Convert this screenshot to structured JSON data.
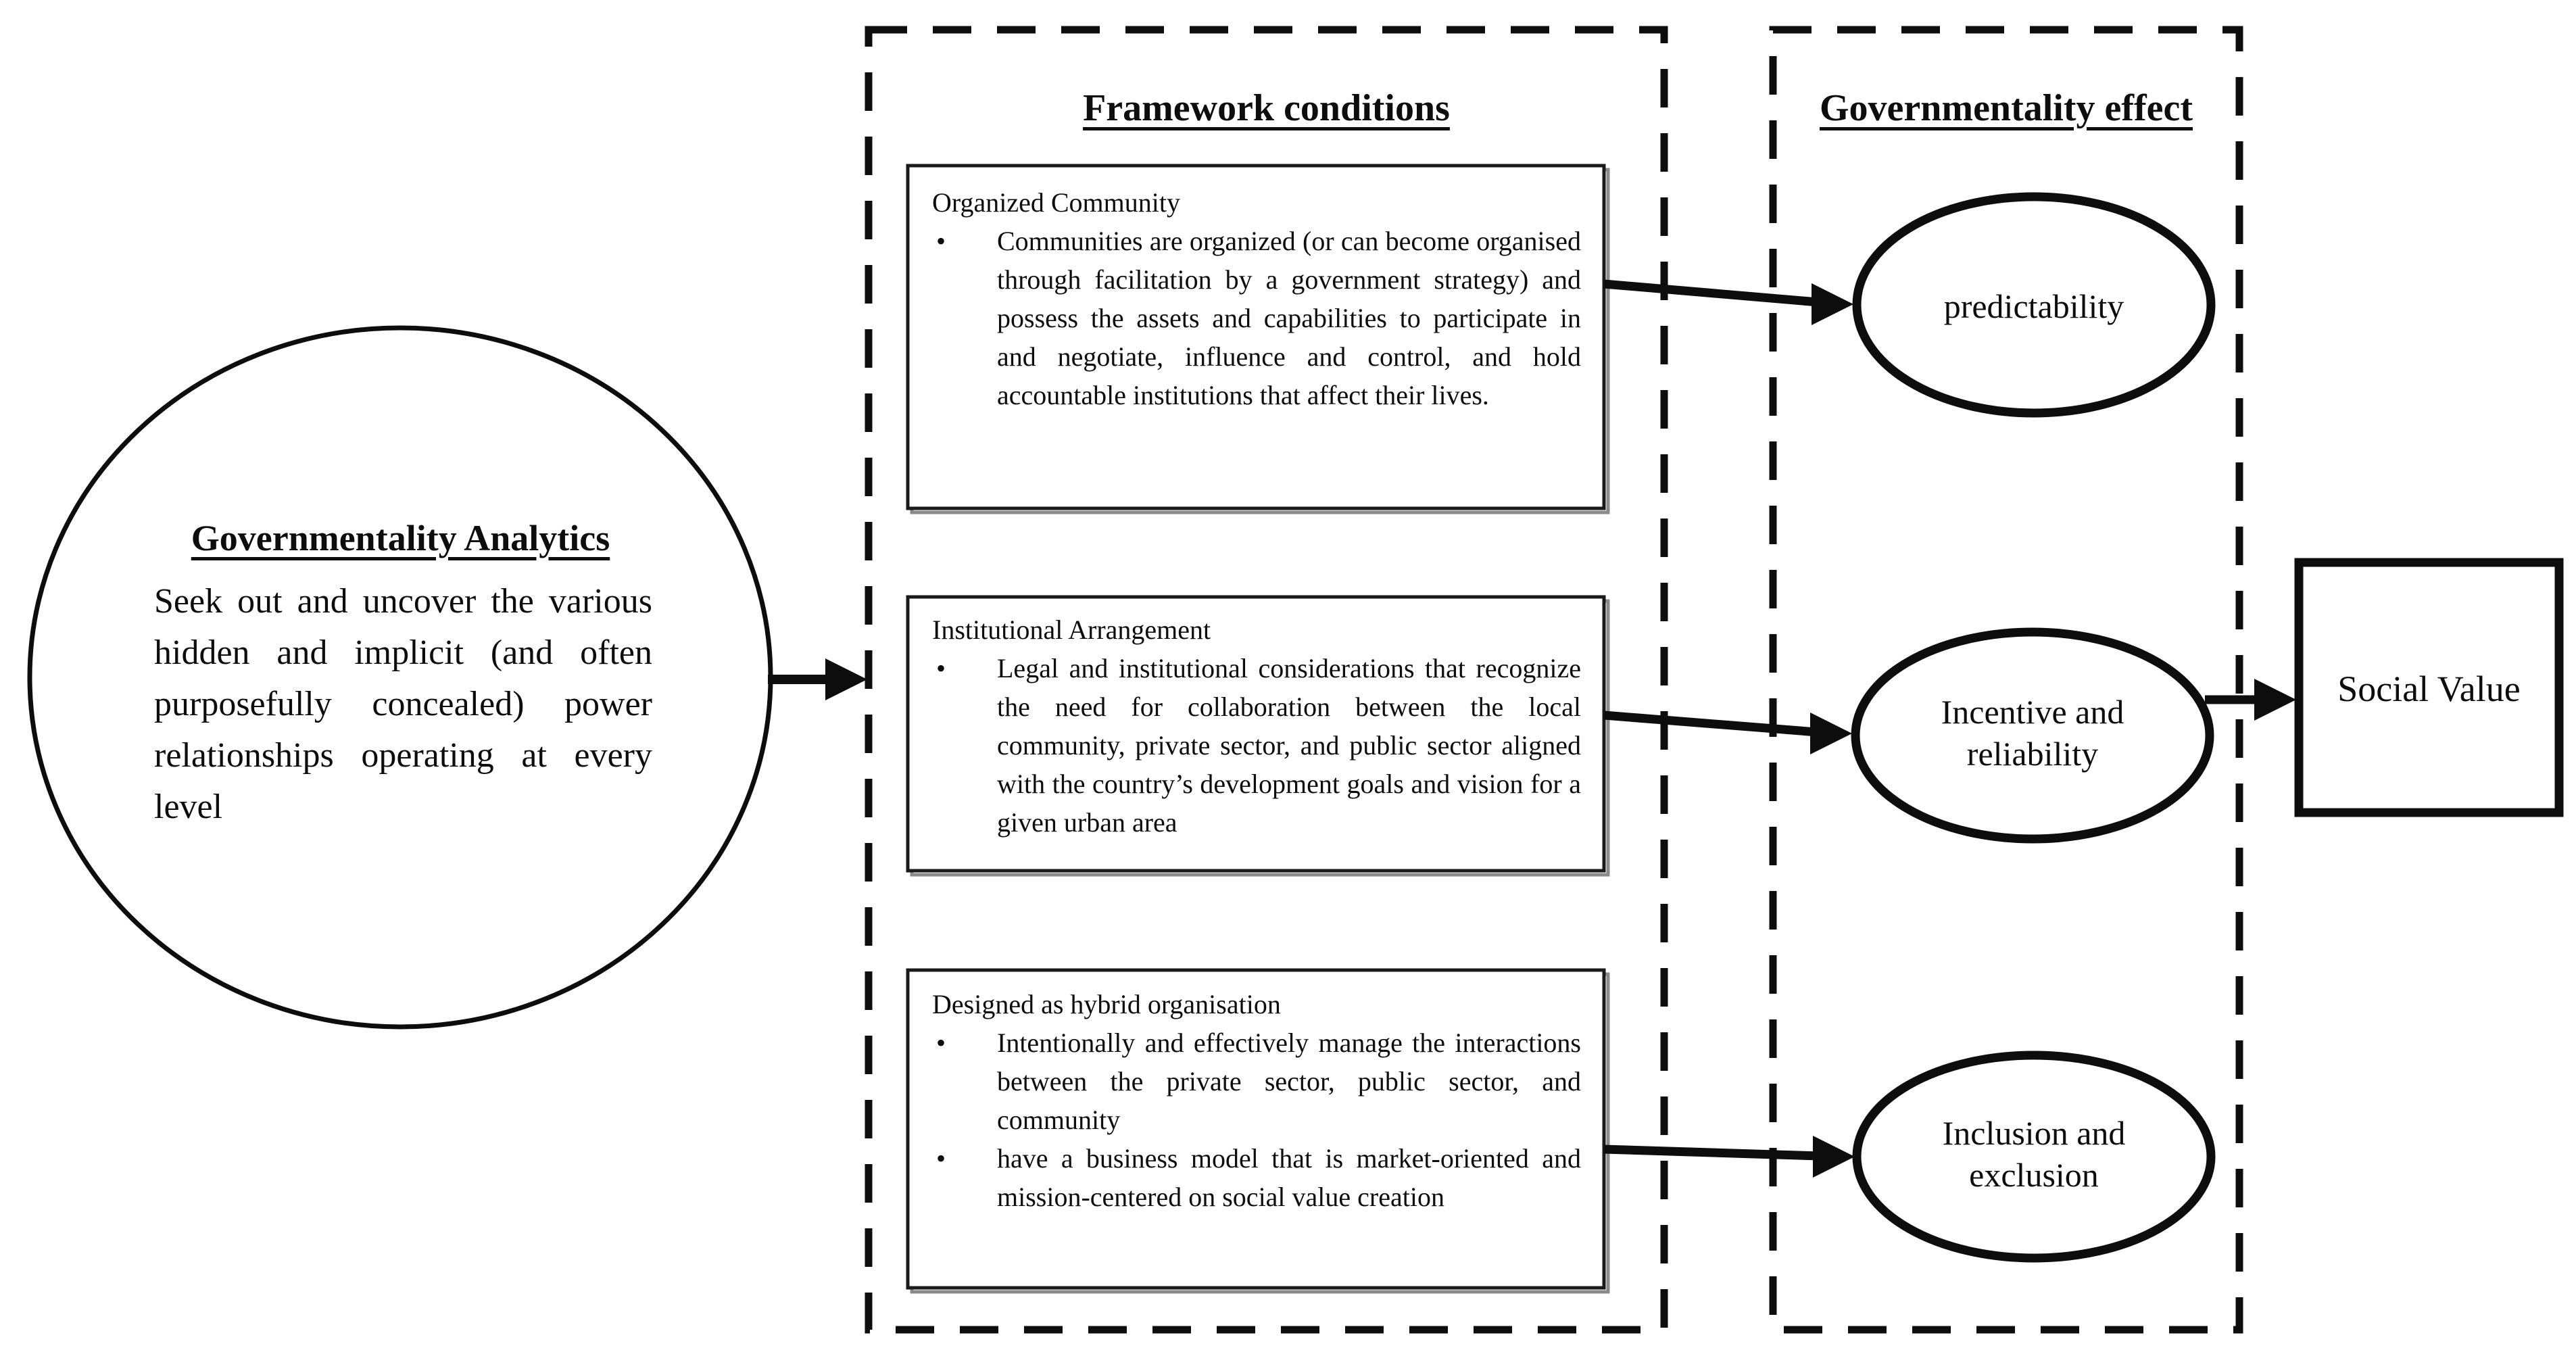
{
  "diagram": {
    "colors": {
      "ink": "#0d0d0d",
      "shadow": "#8a8a8a",
      "background": "#ffffff"
    },
    "analytics_circle": {
      "title": "Governmentality Analytics",
      "body": "Seek out and uncover the various hidden and implicit (and often purposefully concealed) power relationships operating at every level"
    },
    "framework": {
      "header": "Framework conditions",
      "boxes": [
        {
          "title": "Organized Community",
          "bullets": [
            "Communities are organized (or can become organised through facilitation by a government strategy) and possess the assets and capabilities to participate in and negotiate, influence and control, and hold accountable institutions that affect their lives."
          ]
        },
        {
          "title": "Institutional Arrangement",
          "bullets": [
            "Legal and institutional considerations that recognize the need for collaboration between the local community, private sector, and public sector aligned with the country’s development goals and vision for a given urban area"
          ]
        },
        {
          "title": "Designed as hybrid organisation",
          "bullets": [
            "Intentionally and effectively manage the interactions between the private sector, public sector, and community",
            "have a business model that is market-oriented and mission-centered on social value creation"
          ]
        }
      ]
    },
    "effects": {
      "header": "Governmentality effect",
      "items": [
        {
          "label": "predictability"
        },
        {
          "label": "Incentive and reliability"
        },
        {
          "label": "Inclusion and exclusion"
        }
      ]
    },
    "outcome": {
      "label": "Social Value"
    }
  }
}
